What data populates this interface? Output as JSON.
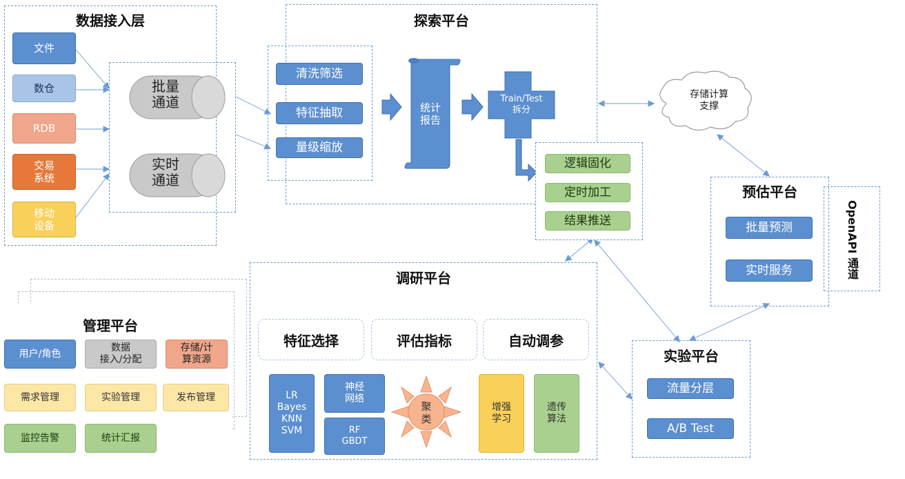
{
  "data_layer": {
    "title": "数据接入层",
    "sources": [
      "文件",
      "数仓",
      "RDB",
      "交易\n系统",
      "移动\n设备"
    ],
    "channels": [
      "批量\n通道",
      "实时\n通道"
    ]
  },
  "explore": {
    "title": "探索平台",
    "steps": [
      "清洗筛选",
      "特征抽取",
      "量级缩放"
    ],
    "report": "统计\n报告",
    "split": "Train/Test\n拆分",
    "outputs": [
      "逻辑固化",
      "定时加工",
      "结果推送"
    ]
  },
  "storage": {
    "label": "存储计算\n支撑"
  },
  "predict": {
    "title": "预估平台",
    "items": [
      "批量预测",
      "实时服务"
    ]
  },
  "openapi": {
    "label": "OpenAPI 通道"
  },
  "experiment": {
    "title": "实验平台",
    "items": [
      "流量分层",
      "A/B Test"
    ]
  },
  "research": {
    "title": "调研平台",
    "headers": [
      "特征选择",
      "评估指标",
      "自动调参"
    ],
    "algos": {
      "linear": "LR\nBayes\nKNN\nSVM",
      "nn": "神经\n网络",
      "tree": "RF\nGBDT",
      "cluster": "聚\n类",
      "rl": "增强\n学习",
      "ga": "遗传\n算法"
    }
  },
  "manage": {
    "title": "管理平台",
    "items": [
      "用户/角色",
      "数据\n接入/分配",
      "存储/计\n算资源",
      "需求管理",
      "实验管理",
      "发布管理",
      "监控告警",
      "统计汇报"
    ]
  },
  "colors": {
    "accent_blue": "#5b8fd0",
    "dashed": "#6c9bd2",
    "green": "#a9d08e",
    "orange": "#f0a68a"
  }
}
